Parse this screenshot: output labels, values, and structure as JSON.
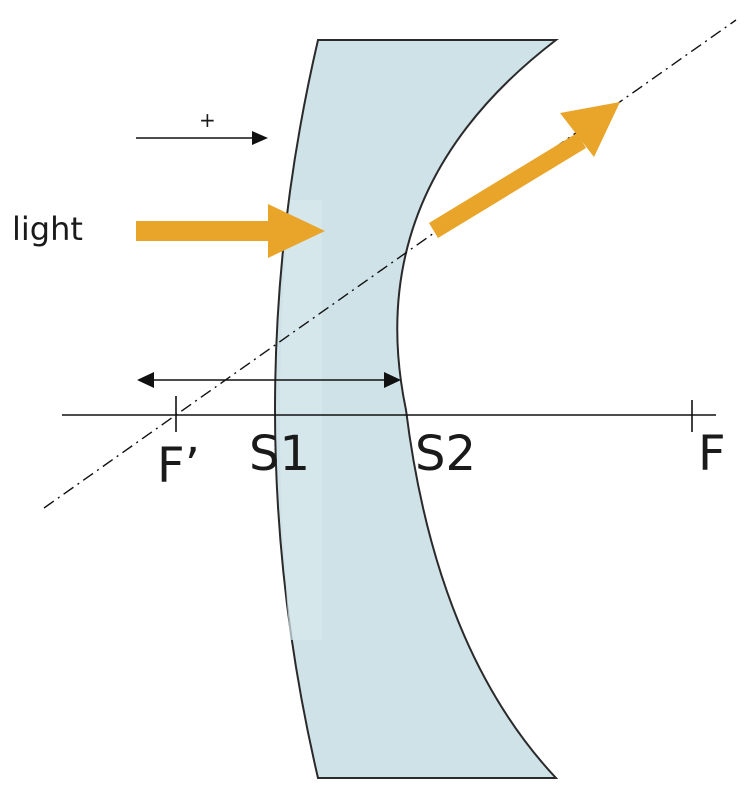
{
  "labels": {
    "light": "light",
    "sign": "+",
    "f_prime": "F’",
    "s1": "S1",
    "s2": "S2",
    "f": "F"
  },
  "colors": {
    "lens_fill": "#cfe2e7",
    "lens_stroke": "#2a2a2a",
    "lens_highlight": "#d9eaee",
    "arrow": "#e8a52a",
    "line": "#111111"
  }
}
